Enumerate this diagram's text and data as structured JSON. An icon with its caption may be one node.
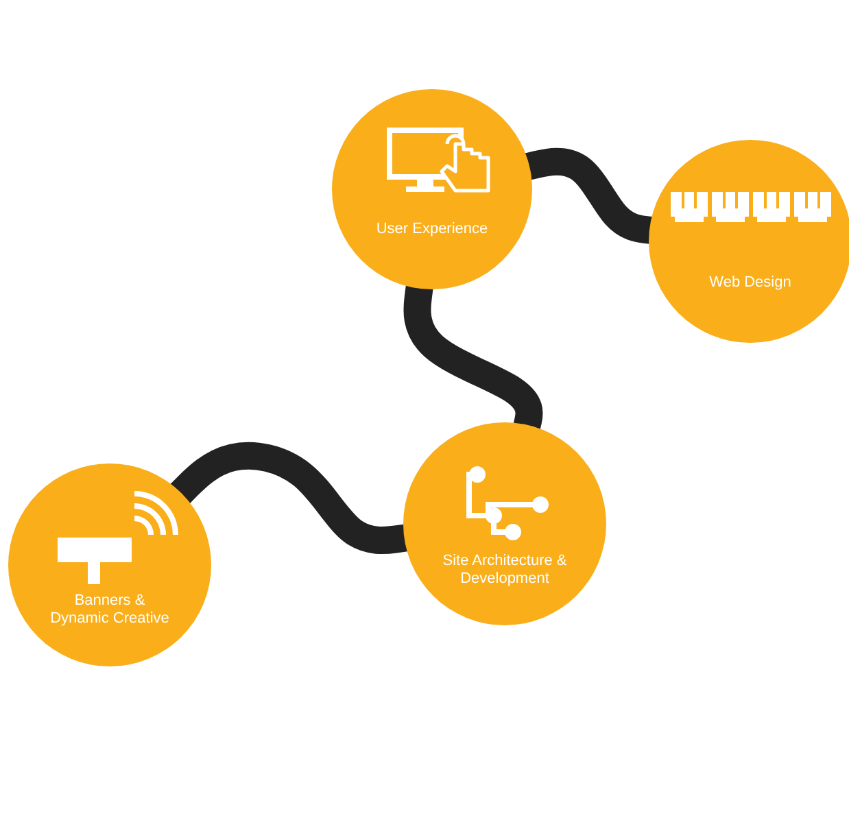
{
  "diagram": {
    "nodes": [
      {
        "text": [
          "User Experience"
        ]
      },
      {
        "text": [
          "Web Design"
        ]
      },
      {
        "text": [
          "Site Architecture & Development"
        ]
      },
      {
        "text": [
          "Banners & Dynamic Creative"
        ]
      }
    ],
    "edges": [
      {
        "from": 0,
        "to": 1,
        "arrow": "none"
      },
      {
        "from": 0,
        "to": 2,
        "arrow": "none"
      },
      {
        "from": 2,
        "to": 3,
        "arrow": "none"
      }
    ]
  }
}
